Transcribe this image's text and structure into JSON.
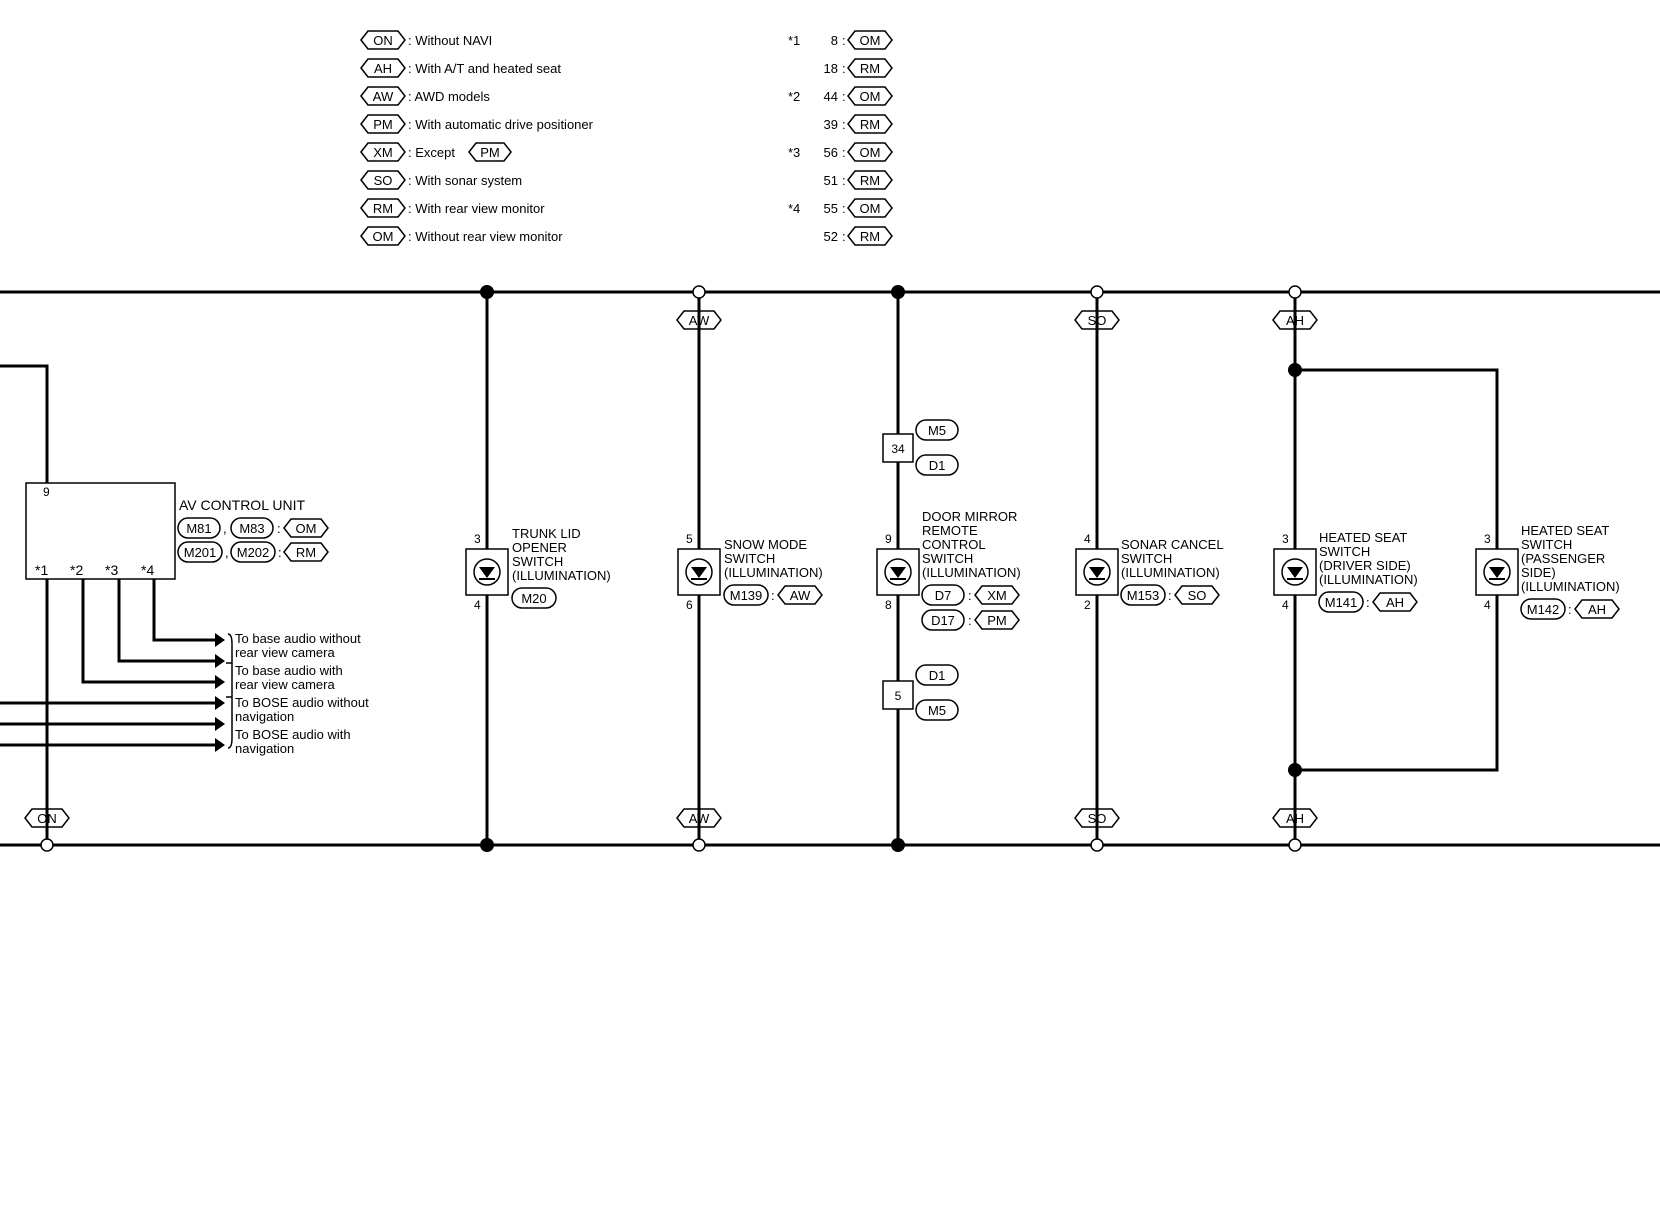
{
  "legend": [
    {
      "code": "ON",
      "desc": ": Without NAVI"
    },
    {
      "code": "AH",
      "desc": ": With A/T and heated seat"
    },
    {
      "code": "AW",
      "desc": ": AWD models"
    },
    {
      "code": "PM",
      "desc": ": With automatic drive positioner"
    },
    {
      "code": "XM",
      "desc": ": Except",
      "extra_code": "PM"
    },
    {
      "code": "SO",
      "desc": ": With sonar system"
    },
    {
      "code": "RM",
      "desc": ": With rear view monitor"
    },
    {
      "code": "OM",
      "desc": ": Without rear view monitor"
    }
  ],
  "star_table": [
    {
      "star": "*1",
      "pin": "8",
      "code": "OM"
    },
    {
      "star": "",
      "pin": "18",
      "code": "RM"
    },
    {
      "star": "*2",
      "pin": "44",
      "code": "OM"
    },
    {
      "star": "",
      "pin": "39",
      "code": "RM"
    },
    {
      "star": "*3",
      "pin": "56",
      "code": "OM"
    },
    {
      "star": "",
      "pin": "51",
      "code": "RM"
    },
    {
      "star": "*4",
      "pin": "55",
      "code": "OM"
    },
    {
      "star": "",
      "pin": "52",
      "code": "RM"
    }
  ],
  "av_unit": {
    "title": "AV CONTROL UNIT",
    "pin_top": "9",
    "conn1a": "M81",
    "conn1b": "M83",
    "code1": "OM",
    "conn2a": "M201",
    "conn2b": "M202",
    "code2": "RM",
    "stars": [
      "*1",
      "*2",
      "*3",
      "*4"
    ],
    "bottom_code": "ON"
  },
  "audio_labels": [
    [
      "To base audio without",
      "rear view camera"
    ],
    [
      "To base audio with",
      "rear view camera"
    ],
    [
      "To BOSE audio without",
      "navigation"
    ],
    [
      "To BOSE audio with",
      "navigation"
    ]
  ],
  "switches": {
    "trunk": {
      "lines": [
        "TRUNK LID",
        "OPENER",
        "SWITCH",
        "(ILLUMINATION)"
      ],
      "pin_top": "3",
      "pin_bottom": "4",
      "conn": "M20"
    },
    "snow": {
      "lines": [
        "SNOW MODE",
        "SWITCH",
        "(ILLUMINATION)"
      ],
      "pin_top": "5",
      "pin_bottom": "6",
      "conn": "M139",
      "code": "AW"
    },
    "mirror": {
      "lines": [
        "DOOR MIRROR",
        "REMOTE",
        "CONTROL",
        "SWITCH",
        "(ILLUMINATION)"
      ],
      "pin_top": "9",
      "pin_bottom": "8",
      "conn_a": "D7",
      "code_a": "XM",
      "conn_b": "D17",
      "code_b": "PM"
    },
    "sonar": {
      "lines": [
        "SONAR CANCEL",
        "SWITCH",
        "(ILLUMINATION)"
      ],
      "pin_top": "4",
      "pin_bottom": "2",
      "conn": "M153",
      "code": "SO"
    },
    "heat_driver": {
      "lines": [
        "HEATED SEAT",
        "SWITCH",
        "(DRIVER SIDE)",
        "(ILLUMINATION)"
      ],
      "pin_top": "3",
      "pin_bottom": "4",
      "conn": "M141",
      "code": "AH"
    },
    "heat_pass": {
      "lines": [
        "HEATED SEAT",
        "SWITCH",
        "(PASSENGER",
        "SIDE)",
        "(ILLUMINATION)"
      ],
      "pin_top": "3",
      "pin_bottom": "4",
      "conn": "M142",
      "code": "AH"
    }
  },
  "joint_top": {
    "pin": "34",
    "conn_a": "M5",
    "conn_b": "D1"
  },
  "joint_bottom": {
    "pin": "5",
    "conn_a": "D1",
    "conn_b": "M5"
  },
  "branch_codes": {
    "aw": "AW",
    "so": "SO",
    "ah": "AH"
  }
}
